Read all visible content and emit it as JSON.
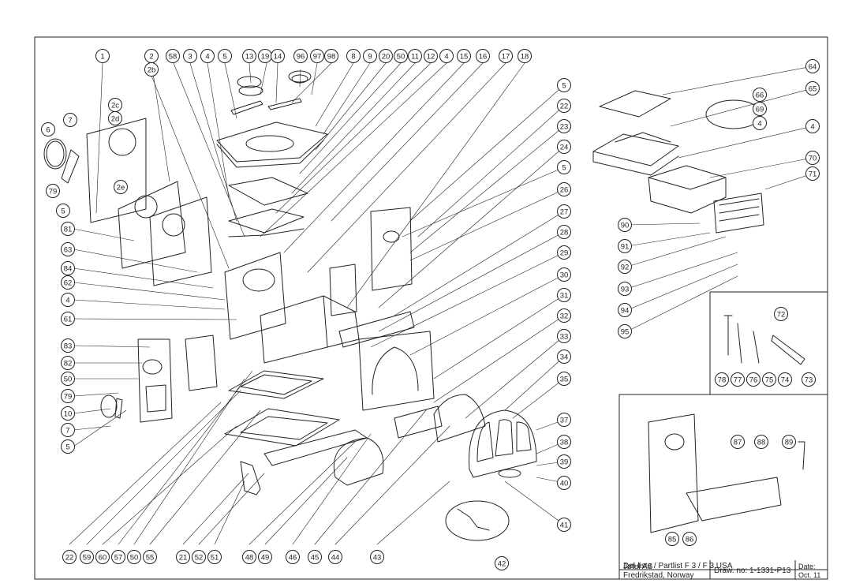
{
  "callouts": [
    {
      "n": "1"
    },
    {
      "n": "2"
    },
    {
      "n": "2b"
    },
    {
      "n": "58"
    },
    {
      "n": "3"
    },
    {
      "n": "4"
    },
    {
      "n": "5"
    },
    {
      "n": "13"
    },
    {
      "n": "19"
    },
    {
      "n": "14"
    },
    {
      "n": "96"
    },
    {
      "n": "97"
    },
    {
      "n": "98"
    },
    {
      "n": "8"
    },
    {
      "n": "9"
    },
    {
      "n": "20"
    },
    {
      "n": "50"
    },
    {
      "n": "11"
    },
    {
      "n": "12"
    },
    {
      "n": "4"
    },
    {
      "n": "15"
    },
    {
      "n": "16"
    },
    {
      "n": "17"
    },
    {
      "n": "18"
    },
    {
      "n": "64"
    },
    {
      "n": "65"
    },
    {
      "n": "66"
    },
    {
      "n": "69"
    },
    {
      "n": "4"
    },
    {
      "n": "4"
    },
    {
      "n": "70"
    },
    {
      "n": "71"
    },
    {
      "n": "5"
    },
    {
      "n": "22"
    },
    {
      "n": "23"
    },
    {
      "n": "24"
    },
    {
      "n": "5"
    },
    {
      "n": "26"
    },
    {
      "n": "27"
    },
    {
      "n": "28"
    },
    {
      "n": "29"
    },
    {
      "n": "30"
    },
    {
      "n": "31"
    },
    {
      "n": "32"
    },
    {
      "n": "33"
    },
    {
      "n": "34"
    },
    {
      "n": "35"
    },
    {
      "n": "37"
    },
    {
      "n": "38"
    },
    {
      "n": "39"
    },
    {
      "n": "40"
    },
    {
      "n": "41"
    },
    {
      "n": "42"
    },
    {
      "n": "43"
    },
    {
      "n": "44"
    },
    {
      "n": "45"
    },
    {
      "n": "46"
    },
    {
      "n": "49"
    },
    {
      "n": "48"
    },
    {
      "n": "51"
    },
    {
      "n": "52"
    },
    {
      "n": "21"
    },
    {
      "n": "55"
    },
    {
      "n": "50"
    },
    {
      "n": "57"
    },
    {
      "n": "60"
    },
    {
      "n": "59"
    },
    {
      "n": "22"
    },
    {
      "n": "2c"
    },
    {
      "n": "2d"
    },
    {
      "n": "2e"
    },
    {
      "n": "6"
    },
    {
      "n": "7"
    },
    {
      "n": "79"
    },
    {
      "n": "5"
    },
    {
      "n": "81"
    },
    {
      "n": "63"
    },
    {
      "n": "84"
    },
    {
      "n": "62"
    },
    {
      "n": "4"
    },
    {
      "n": "61"
    },
    {
      "n": "83"
    },
    {
      "n": "82"
    },
    {
      "n": "50"
    },
    {
      "n": "79"
    },
    {
      "n": "10"
    },
    {
      "n": "7"
    },
    {
      "n": "5"
    },
    {
      "n": "90"
    },
    {
      "n": "91"
    },
    {
      "n": "92"
    },
    {
      "n": "93"
    },
    {
      "n": "94"
    },
    {
      "n": "95"
    },
    {
      "n": "72"
    },
    {
      "n": "78"
    },
    {
      "n": "77"
    },
    {
      "n": "76"
    },
    {
      "n": "75"
    },
    {
      "n": "74"
    },
    {
      "n": "73"
    },
    {
      "n": "87"
    },
    {
      "n": "88"
    },
    {
      "n": "89"
    },
    {
      "n": "85"
    },
    {
      "n": "86"
    }
  ],
  "title_block": {
    "partlist": "Del-liste  / Partlist F 3 / F 3 USA",
    "company": "Jøtul AS",
    "city": "Fredrikstad, Norway",
    "draw_no": "Draw. no: 1-1331-P13",
    "date_label": "Date:",
    "date_value": "Oct. 11"
  },
  "colors": {
    "ink": "#222222",
    "paper": "#ffffff"
  }
}
